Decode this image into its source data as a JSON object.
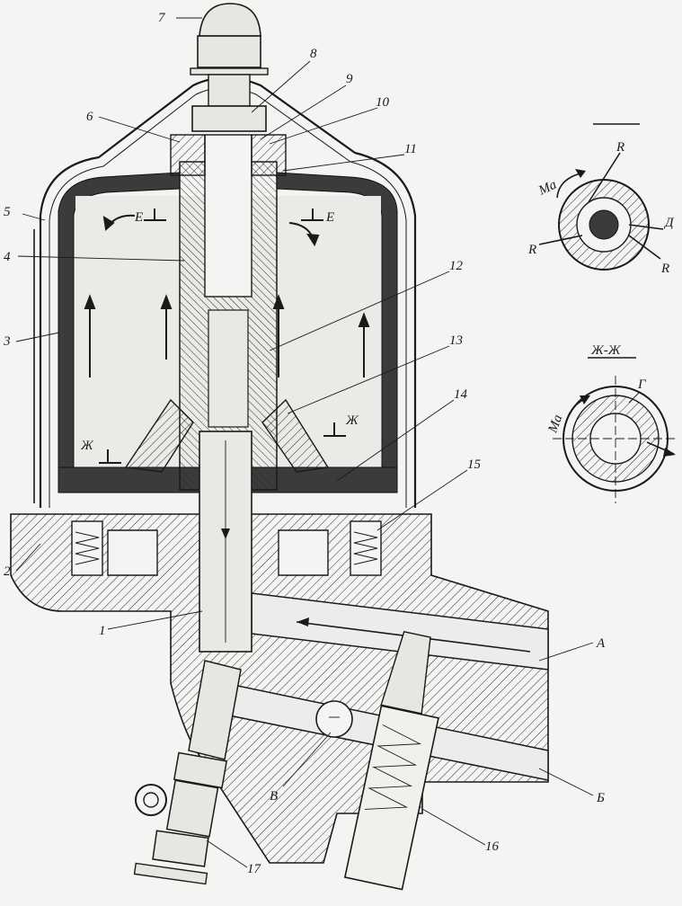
{
  "callouts": [
    "1",
    "2",
    "3",
    "4",
    "5",
    "6",
    "7",
    "8",
    "9",
    "10",
    "11",
    "12",
    "13",
    "14",
    "15",
    "16",
    "17"
  ],
  "channels": {
    "a": "А",
    "b": "Б",
    "v": "В"
  },
  "marks": {
    "e": "Е",
    "zh": "Ж"
  },
  "section_top": {
    "m": "Ma",
    "r": "R",
    "d": "Д"
  },
  "section_zh": {
    "title": "Ж-Ж",
    "m": "Ma",
    "g": "Г"
  }
}
